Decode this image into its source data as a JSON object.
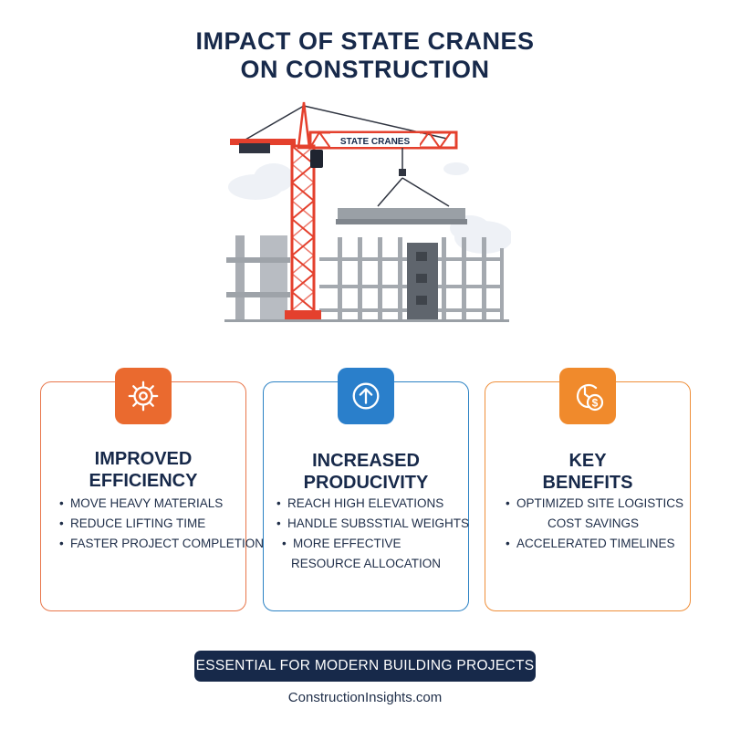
{
  "title_line1": "IMPACT OF STATE CRANES",
  "title_line2": "ON CONSTRUCTION",
  "crane_label": "STATE CRANES",
  "colors": {
    "navy": "#17294a",
    "crane_red": "#e4402d",
    "orange": "#ea6a2f",
    "blue": "#2a7fcb",
    "amber": "#f08a2c"
  },
  "cards": [
    {
      "icon": "gear-icon",
      "title_line1": "IMPROVED",
      "title_line2": "EFFICIENCY",
      "bullets": [
        "MOVE HEAVY MATERIALS",
        "REDUCE LIFTING TIME",
        "FASTER PROJECT COMPLETION"
      ]
    },
    {
      "icon": "arrow-up-icon",
      "title_line1": "INCREASED",
      "title_line2": "PRODUCIVITY",
      "bullets": [
        "REACH HIGH ELEVATIONS",
        "HANDLE SUBSSTIAL WEIGHTS",
        "MORE EFFECTIVE",
        "RESOURCE ALLOCATION"
      ]
    },
    {
      "icon": "clock-dollar-icon",
      "title_line1": "KEY",
      "title_line2": "BENEFITS",
      "bullets": [
        "OPTIMIZED SITE LOGISTICS",
        "COST SAVINGS",
        "ACCELERATED TIMELINES"
      ]
    }
  ],
  "footer_tagline": "ESSENTIAL FOR MODERN BUILDING PROJECTS",
  "website": "ConstructionInsights.com"
}
